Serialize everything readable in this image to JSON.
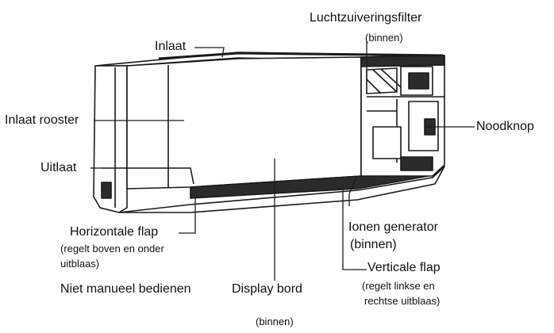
{
  "labels": {
    "inlaat": "Inlaat",
    "luchtzuiveringsfilter": "Luchtzuiveringsfilter",
    "luchtzuiveringsfilter_sub": "(binnen)",
    "inlaat_rooster": "Inlaat rooster",
    "noodknop": "Noodknop",
    "uitlaat": "Uitlaat",
    "horizontale_flap": "Horizontale flap",
    "horizontale_flap_sub1": "(regelt boven en onder",
    "horizontale_flap_sub2": "uitblaas)",
    "niet_manueel": "Niet manueel bedienen",
    "ionen_generator": "Ionen generator",
    "ionen_generator_sub": "(binnen)",
    "display_bord": "Display bord",
    "display_bord_sub": "(binnen)",
    "verticale_flap": "Verticale flap",
    "verticale_flap_sub1": "(regelt linkse en",
    "verticale_flap_sub2": "rechtse uitblaas)"
  },
  "colors": {
    "line": "#1a1a1a",
    "body_fill": "#ffffff",
    "dark": "#2b2b2b"
  }
}
